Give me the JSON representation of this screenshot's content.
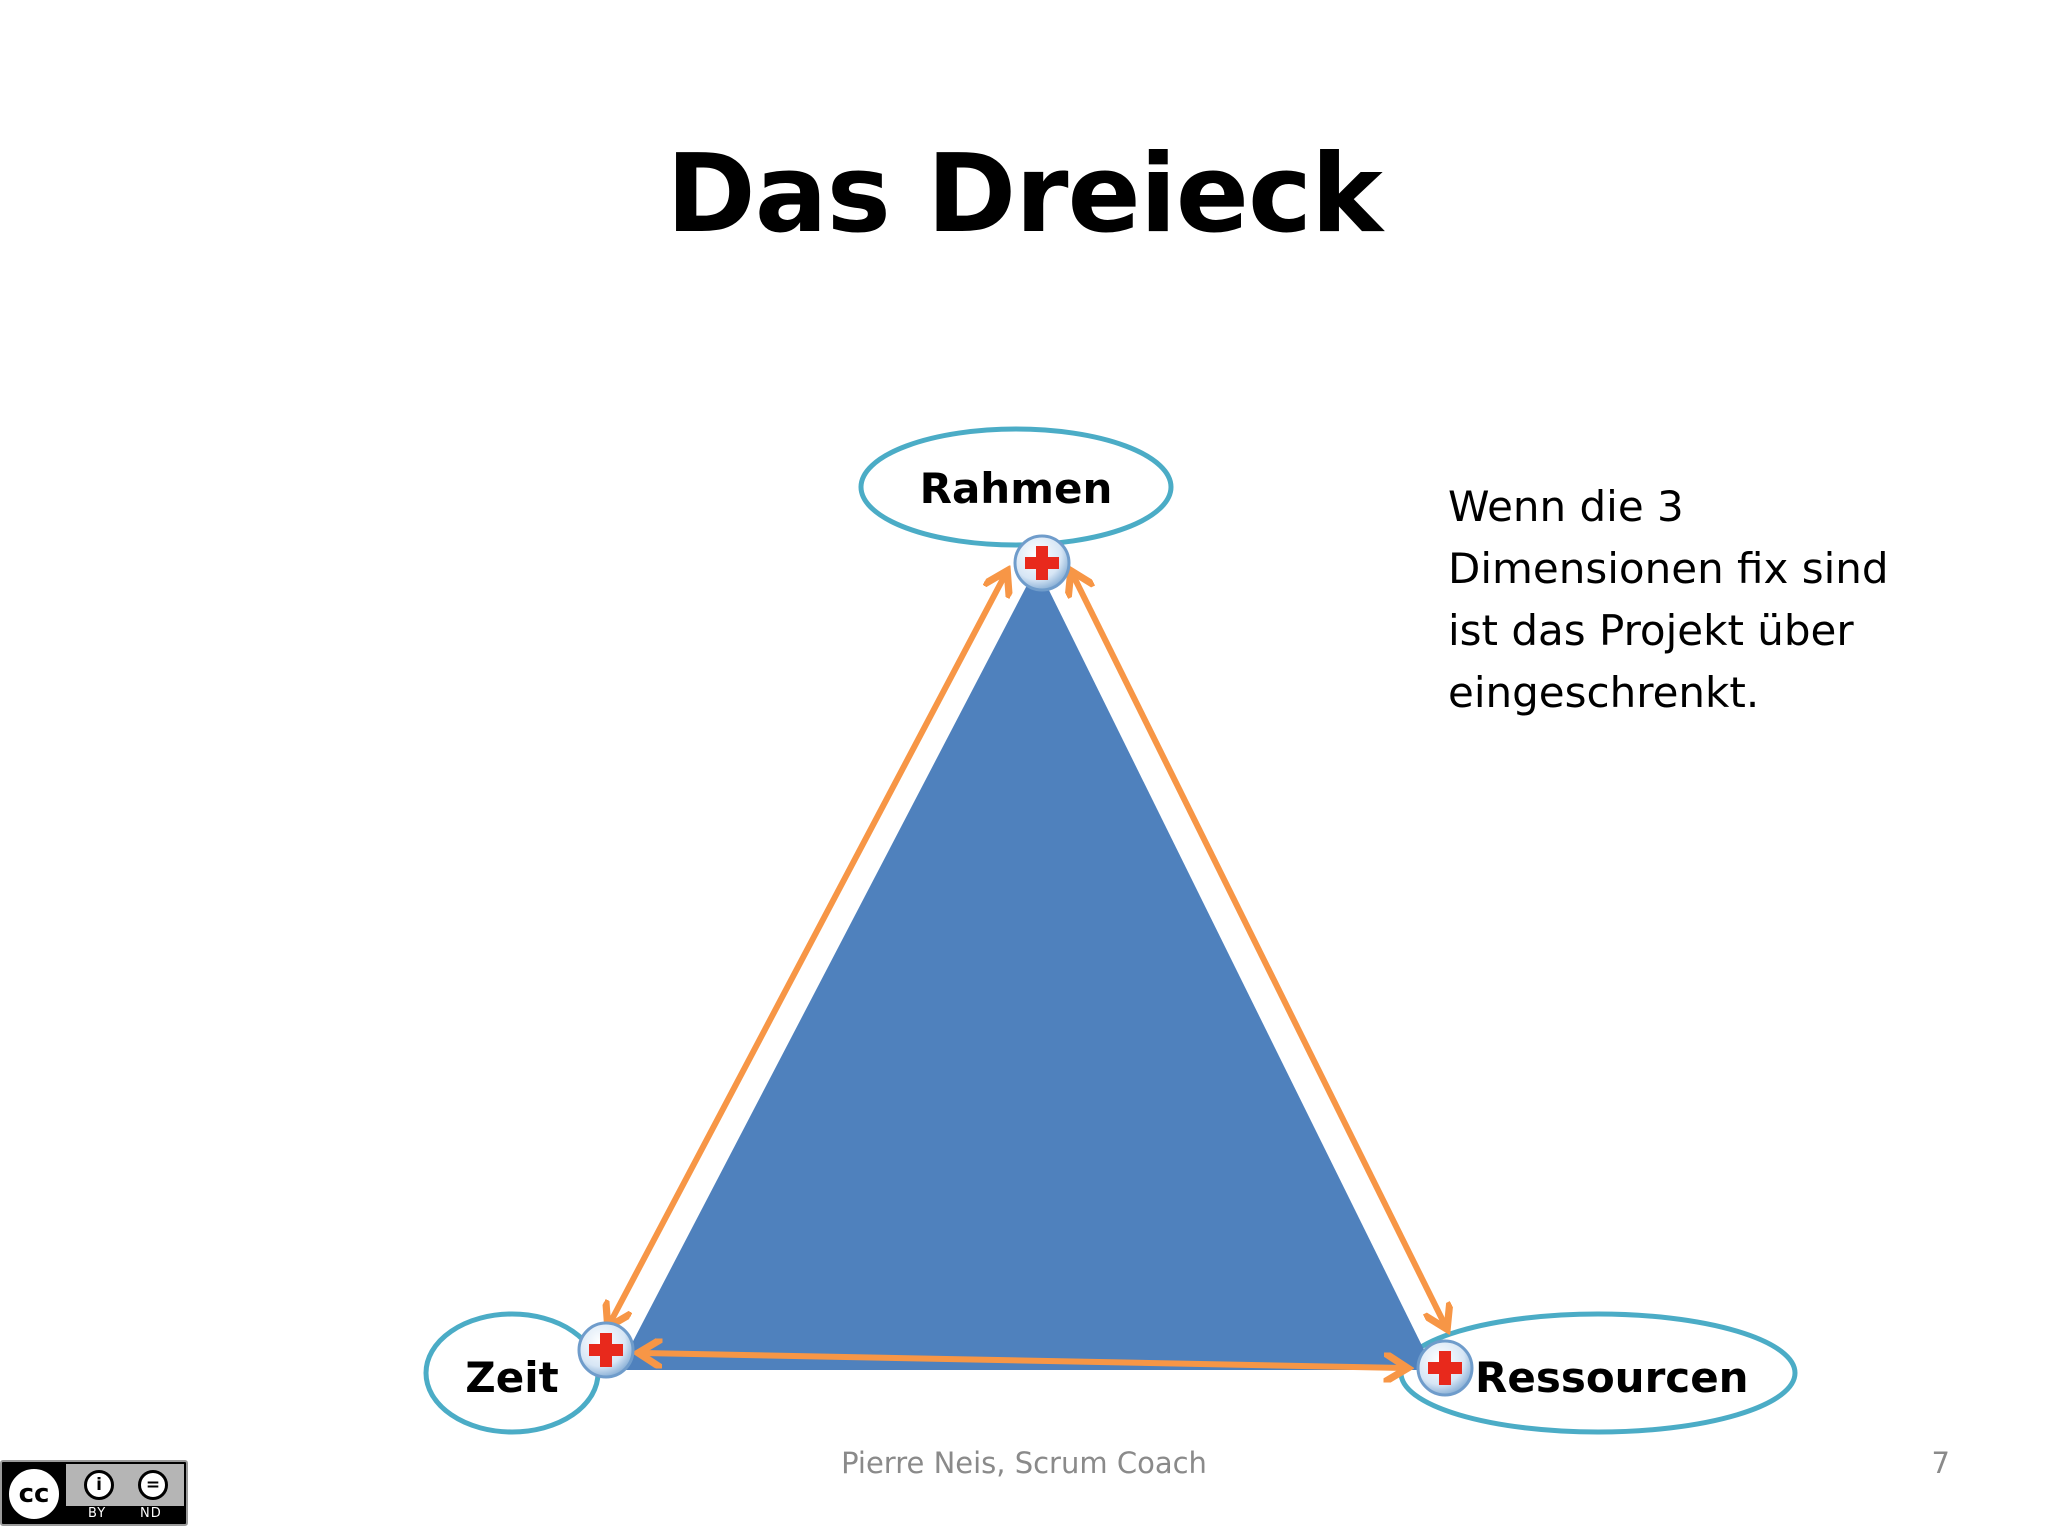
{
  "slide": {
    "title": "Das Dreieck",
    "footer": "Pierre Neis, Scrum Coach",
    "page_number": "7"
  },
  "diagram": {
    "nodes": {
      "top": "Rahmen",
      "bottom_left": "Zeit",
      "bottom_right": "Ressourcen"
    },
    "colors": {
      "triangle_fill": "#4F81BD",
      "arrow": "#F79646",
      "ellipse_stroke": "#4BACC6",
      "plus_red": "#E8291C"
    },
    "icons": [
      "plus-icon",
      "double-arrow-icon"
    ]
  },
  "text_box": {
    "lines": [
      "Wenn die 3",
      "Dimensionen fix sind",
      "ist das Projekt über",
      "eingeschrenkt."
    ]
  },
  "license_badge": {
    "label": "cc",
    "by": "BY",
    "nd": "ND",
    "icons": [
      "cc-icon",
      "by-icon",
      "nd-icon"
    ]
  }
}
